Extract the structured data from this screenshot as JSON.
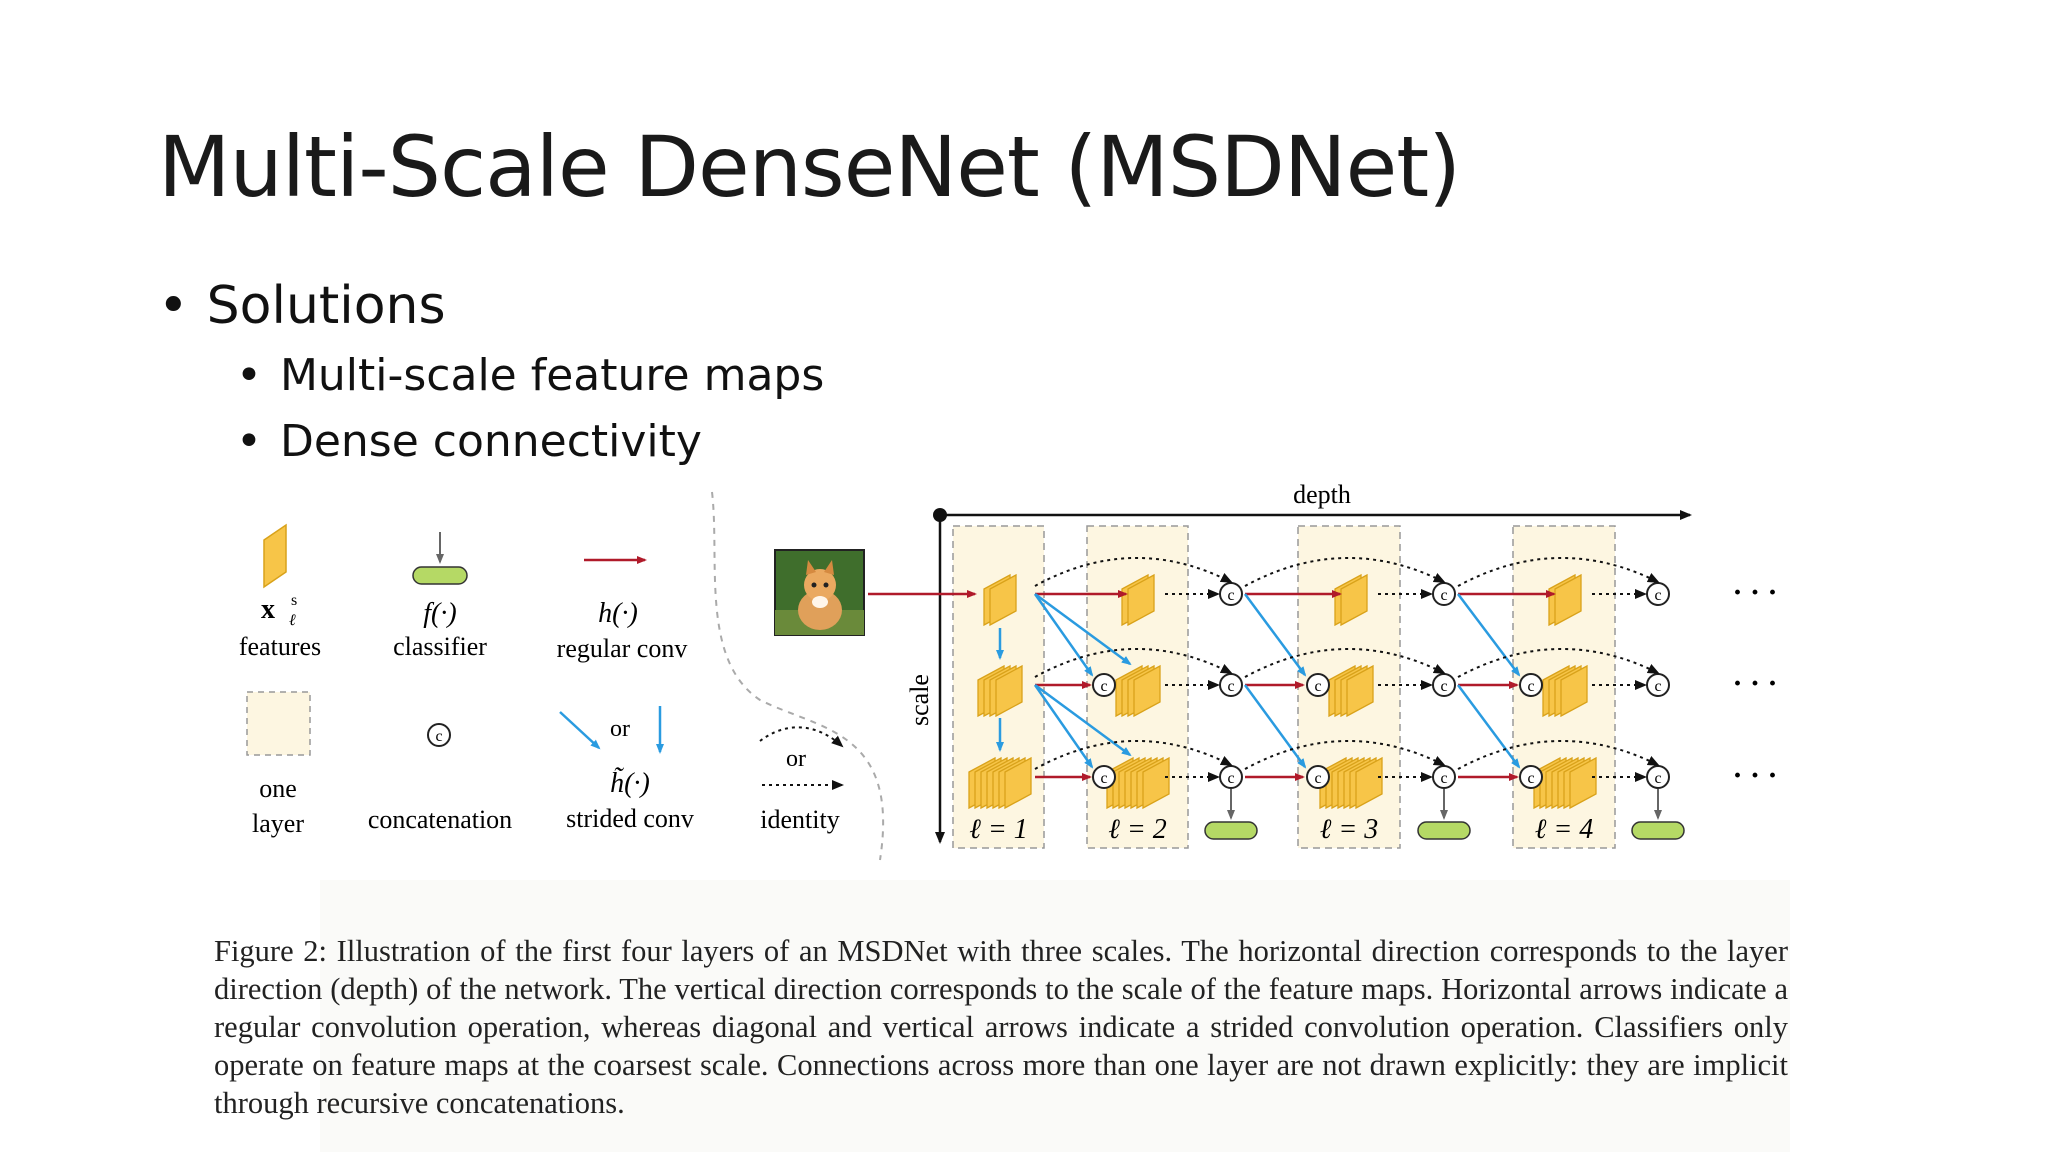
{
  "slide": {
    "title": "Multi-Scale DenseNet (MSDNet)",
    "bullet": "Solutions",
    "sub_bullets": [
      "Multi-scale feature maps",
      "Dense connectivity"
    ]
  },
  "legend": {
    "features_sym": "x",
    "features_sup": "s",
    "features_sub": "ℓ",
    "features": "features",
    "classifier_sym": "f(·)",
    "classifier": "classifier",
    "regular_sym": "h(·)",
    "regular": "regular conv",
    "one": "one",
    "layer": "layer",
    "concat_sym": "c",
    "concatenation": "concatenation",
    "or1": "or",
    "strided_sym": "h̃(·)",
    "strided": "strided conv",
    "or2": "or",
    "identity": "identity"
  },
  "diagram": {
    "depth": "depth",
    "scale": "scale",
    "layers": [
      "ℓ = 1",
      "ℓ = 2",
      "ℓ = 3",
      "ℓ = 4"
    ],
    "ellipsis": "· · ·",
    "concat": "c"
  },
  "caption": "Figure 2: Illustration of the first four layers of an MSDNet with three scales. The horizontal direction corresponds to the layer direction (depth) of the network. The vertical direction corresponds to the scale of the feature maps. Horizontal arrows indicate a regular convolution operation, whereas diagonal and vertical arrows indicate a strided convolution operation. Classifiers only operate on feature maps at the coarsest scale. Connections across more than one layer are not drawn explicitly: they are implicit through recursive concatenations.",
  "colors": {
    "feature": "#f7c548",
    "feature_edge": "#d9a21a",
    "classifier": "#b5d965",
    "layer_bg": "#fdf6e1",
    "regular_arrow": "#b01a2a",
    "strided_arrow": "#2a9be0"
  }
}
